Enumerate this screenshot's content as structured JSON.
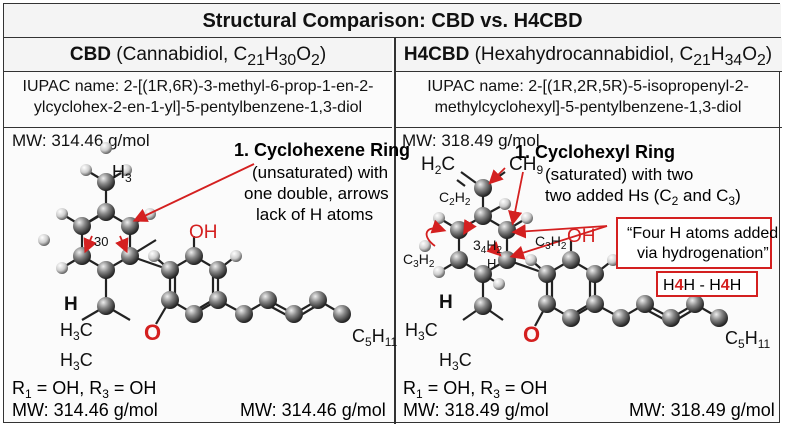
{
  "title": "Structural Comparison: CBD vs. H4CBD",
  "cbd": {
    "name": "CBD",
    "fullname": "(Cannabidiol, C",
    "f_c": "21",
    "f_h_label": "H",
    "f_h": "30",
    "f_o_label": "O",
    "f_o": "2",
    "iupac_line1": "IUPAC name: 2-[(1R,6R)-3-methyl-6-prop-1-en-2-",
    "iupac_line2": "ylcyclohex-2-en-1-yl]-5-pentylbenzene-1,3-diol",
    "mw_top": "MW: 314.46 g/mol",
    "annot_title": "1. Cyclohexene Ring",
    "annot_l1": "(unsaturated) with",
    "annot_l2": "one double, arrows",
    "annot_l3": "lack of H atoms",
    "r_line": "R",
    "r1": "1",
    "r_mid": " = OH, R",
    "r3": "3",
    "r_end": " = OH",
    "mw_bottom_left": "MW: 314.46 g/mol",
    "mw_bottom_right": "MW: 314.46 g/mol",
    "labels": {
      "ch3_top": "H",
      "ch3_top_sub": "3",
      "oh": "OH",
      "ring_30": "30",
      "h_left": "H",
      "h3c_a": "H",
      "h3c_a_sub": "3",
      "h3c_a_c": "C",
      "h3c_b": "H",
      "h3c_b_sub": "3",
      "h3c_b_c": "C",
      "o": "O",
      "c5": "C",
      "c5_sub": "5",
      "c5_h": "H",
      "c5_h_sub": "11"
    }
  },
  "h4cbd": {
    "name": "H4CBD",
    "fullname": "(Hexahydrocannabidiol, C",
    "f_c": "21",
    "f_h_label": "H",
    "f_h": "34",
    "f_o_label": "O",
    "f_o": "2",
    "iupac_line1": "IUPAC name: 2-[(1R,2R,5R)-5-isopropenyl-2-",
    "iupac_line2": "methylcyclohexyl]-5-pentylbenzene-1,3-diol",
    "mw_top": "MW: 318.49 g/mol",
    "annot_title": "1. Cyclohexyl Ring",
    "annot_l1": "(saturated) with two",
    "annot_l2": "two added Hs (C",
    "annot_l2_c2": "2",
    "annot_l2_mid": " and C",
    "annot_l2_c3": "3",
    "annot_l2_end": ")",
    "box_l1": "“Four H atoms added",
    "box_l2": "via hydrogenation”",
    "h4h_a": "H",
    "h4h_4": "4",
    "h4h_b": "H - H",
    "h4h_4b": "4",
    "h4h_c": "H",
    "r1": "1",
    "r_mid": " = OH, R",
    "r3": "3",
    "r_end": " = OH",
    "mw_bottom_left": "MW: 318.49 g/mol",
    "mw_bottom_right": "MW: 318.49 g/mol",
    "labels": {
      "h2c": "H",
      "h2c_sub": "2",
      "h2c_c": "C",
      "ch9": "CH",
      "ch9_sub": "9",
      "c2h2": "C",
      "c2h2_a": "2",
      "c2h2_h": "H",
      "c2h2_b": "2",
      "c3h2_l": "C",
      "c3h2_l_a": "3",
      "c3h2_l_h": "H",
      "c3h2_l_b": "2",
      "h34": "3",
      "h34_a": "4",
      "h34_h": "H",
      "h34_b": "2",
      "c3h2_r": "C",
      "c3h2_r_a": "3",
      "c3h2_r_h": "H",
      "c3h2_r_b": "2",
      "oh": "OH",
      "h_left": "H",
      "h_mid": "H",
      "h3c_a": "H",
      "h3c_a_sub": "3",
      "h3c_a_c": "C",
      "h3c_b": "H",
      "h3c_b_sub": "3",
      "h3c_b_c": "C",
      "o": "O",
      "c5": "C",
      "c5_sub": "5",
      "c5_h": "H",
      "c5_h_sub": "11"
    }
  },
  "colors": {
    "accent": "#d42020",
    "atom": "#555555",
    "bond": "#222222"
  }
}
